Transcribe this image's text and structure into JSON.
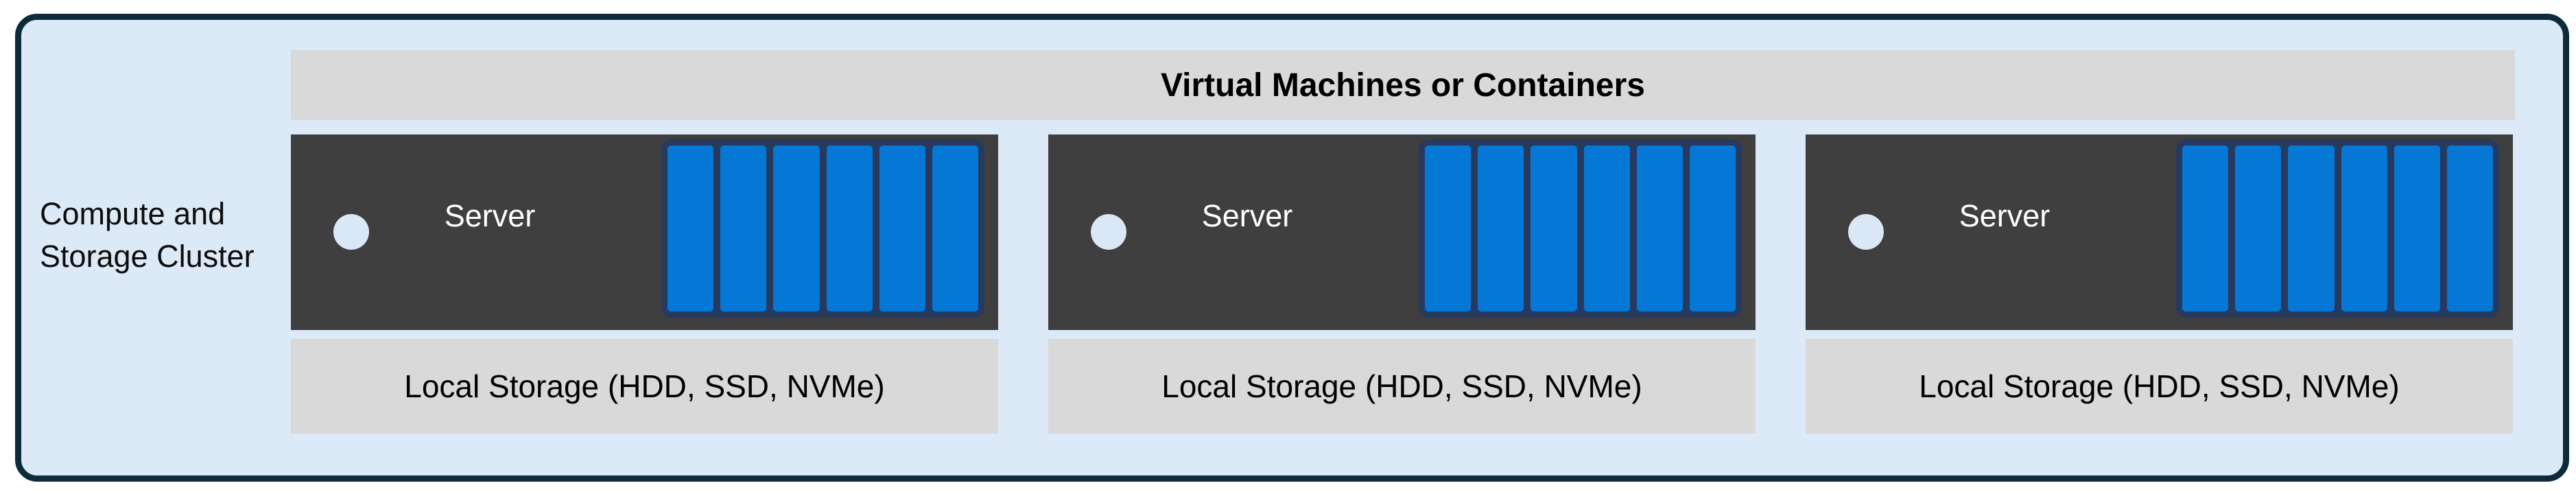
{
  "cluster": {
    "label_lines": [
      "Compute and",
      "Storage Cluster"
    ],
    "banner_label": "Virtual Machines or Containers",
    "servers": [
      {
        "name": "Server",
        "storage_label": "Local Storage (HDD, SSD, NVMe)",
        "disk_count": 6
      },
      {
        "name": "Server",
        "storage_label": "Local Storage (HDD, SSD, NVMe)",
        "disk_count": 6
      },
      {
        "name": "Server",
        "storage_label": "Local Storage (HDD, SSD, NVMe)",
        "disk_count": 6
      }
    ]
  },
  "colors": {
    "container-fill": "#DCE9F7",
    "container-border": "#0D2B3C",
    "panel-gray": "#D9D9D9",
    "server-dark": "#3F3F3F",
    "disk-blue": "#0478D4",
    "disk-border": "#253A5E",
    "led-fill": "#D9E7F6",
    "server-text": "#FFFFFF"
  }
}
